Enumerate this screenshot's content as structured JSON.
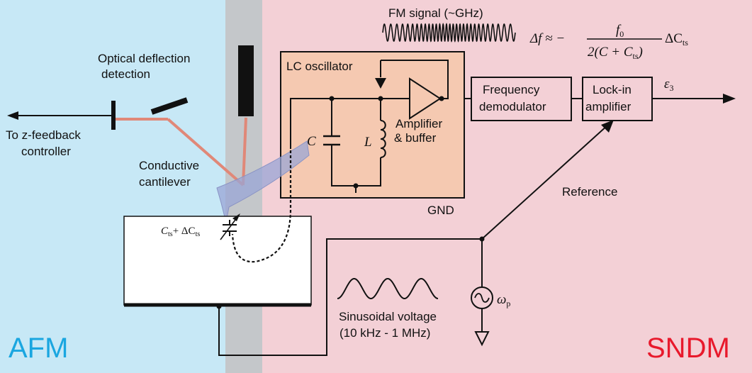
{
  "colors": {
    "afm_bg": "#c7e8f6",
    "sndm_bg": "#f3d0d6",
    "gray_band": "#c4c7ca",
    "oscillator_box": "#f5c9b1",
    "laser": "#e08878",
    "cantilever": "#9aa6d6",
    "afm_label": "#1aa6e0",
    "sndm_label": "#e8192c"
  },
  "labels": {
    "fm_signal": "FM signal (~GHz)",
    "equation": {
      "lhs": "Δf ≈ −",
      "num": "f",
      "num_sub": "0",
      "den": "2(C + C",
      "den_sub": "ts",
      "den_close": ")",
      "rhs": "ΔC",
      "rhs_sub": "ts"
    },
    "optical_1": "Optical deflection",
    "optical_2": "detection",
    "feedback_1": "To z-feedback",
    "feedback_2": "controller",
    "lc_oscillator": "LC oscillator",
    "cap_symbol": "C",
    "ind_symbol": "L",
    "amp_1": "Amplifier",
    "amp_2": "& buffer",
    "gnd": "GND",
    "freq_demod_1": "Frequency",
    "freq_demod_2": "demodulator",
    "lockin_1": "Lock-in",
    "lockin_2": "amplifier",
    "epsilon": "ε",
    "epsilon_sub": "3",
    "reference": "Reference",
    "cantilever_1": "Conductive",
    "cantilever_2": "cantilever",
    "cts_label": "C",
    "cts_sub": "ts",
    "cts_plus": "+ ΔC",
    "cts_sub2": "ts",
    "sinusoidal_1": "Sinusoidal voltage",
    "sinusoidal_2": "(10 kHz - 1 MHz)",
    "omega": "ω",
    "omega_sub": "p",
    "afm": "AFM",
    "sndm": "SNDM"
  }
}
